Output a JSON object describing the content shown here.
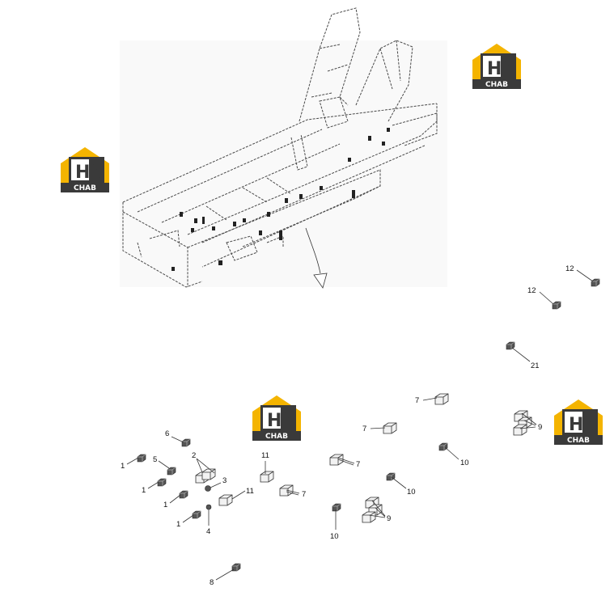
{
  "watermark": {
    "mark": "H3",
    "caption": "CHAB",
    "colors": {
      "yellow": "#f4b400",
      "dark": "#3a3a3a",
      "white": "#ffffff"
    }
  },
  "callouts": {
    "c12a": "12",
    "c12b": "12",
    "c21": "21",
    "c7a": "7",
    "c7b": "7",
    "c7c": "7",
    "c7d": "7",
    "c9a": "9",
    "c9b": "9",
    "c10a": "10",
    "c10b": "10",
    "c10c": "10",
    "c11a": "11",
    "c11b": "11",
    "c6": "6",
    "c5": "5",
    "c2": "2",
    "c3": "3",
    "c4": "4",
    "c8": "8",
    "c1a": "1",
    "c1b": "1",
    "c1c": "1",
    "c1d": "1"
  }
}
